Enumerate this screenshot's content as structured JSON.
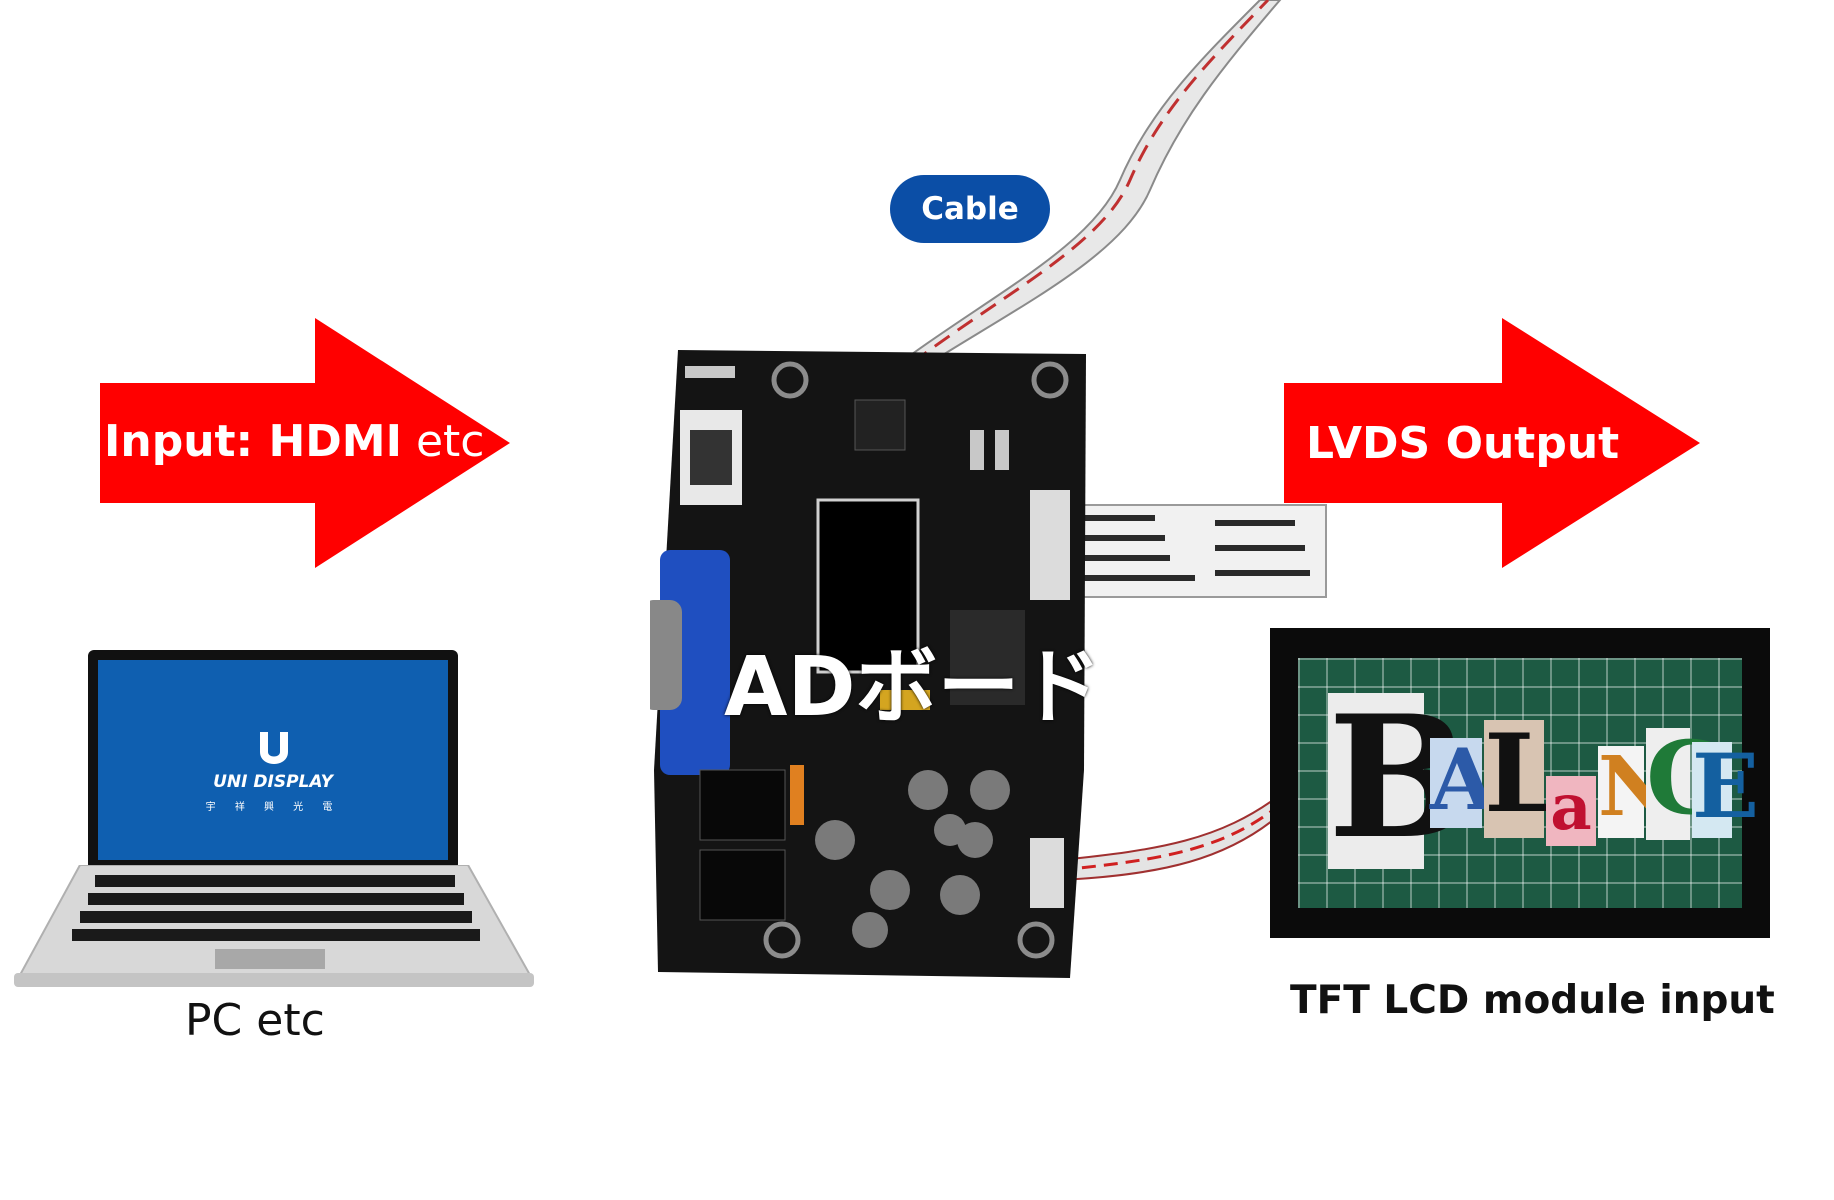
{
  "diagram": {
    "input_arrow": {
      "label_bold": "Input: HDMI",
      "label_light": " etc",
      "color": "#ff0000"
    },
    "output_arrow": {
      "label": "LVDS Output",
      "color": "#ff0000"
    },
    "cable_badge": {
      "label": "Cable",
      "color": "#0b4ea6"
    },
    "pc": {
      "brand": "UNI DISPLAY",
      "brand_sub": "宇 祥 興 光 電",
      "caption": "PC etc"
    },
    "board": {
      "label": "ADボード"
    },
    "lcd": {
      "screen_word": "BALANCE",
      "caption": "TFT LCD module input"
    }
  }
}
